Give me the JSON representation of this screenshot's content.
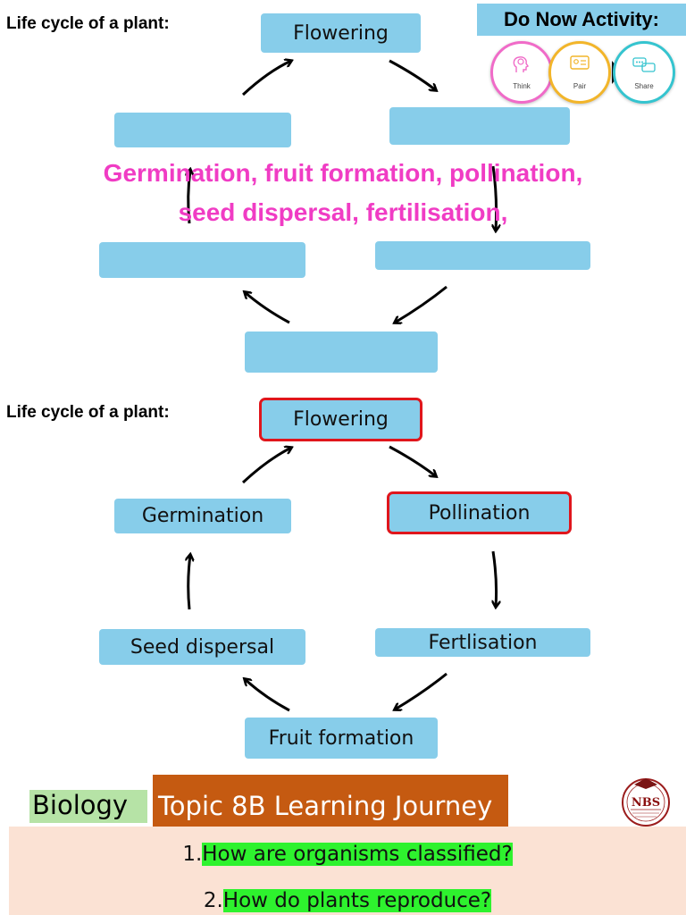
{
  "heading_top": "Life cycle of a plant:",
  "heading_bottom": "Life cycle of a plant:",
  "do_now": {
    "title": "Do Now Activity:",
    "steps": [
      {
        "label": "Think",
        "color": "#f06bc8",
        "icon": "head-lightbulb-icon"
      },
      {
        "label": "Pair",
        "color": "#f2b52a",
        "icon": "people-card-icon"
      },
      {
        "label": "Share",
        "color": "#35c4cf",
        "icon": "speech-bubbles-icon"
      }
    ]
  },
  "top_diagram": {
    "flowering": "Flowering",
    "word_bank_line1": "Germination, fruit formation, pollination,",
    "word_bank_line2": "seed dispersal, fertilisation,"
  },
  "bottom_diagram": {
    "flowering": "Flowering",
    "germination": "Germination",
    "pollination": "Pollination",
    "seed_dispersal": "Seed dispersal",
    "fertilisation": "Fertlisation",
    "fruit_formation": "Fruit formation"
  },
  "footer": {
    "subject": "Biology",
    "topic": "Topic 8B Learning Journey",
    "logo_text": "NBS",
    "questions": [
      {
        "number": "1.",
        "text": "How are organisms classified?"
      },
      {
        "number": "2.",
        "text": "How do plants reproduce?"
      }
    ]
  },
  "colors": {
    "box": "#87cdea",
    "highlight_border": "#e0161c",
    "word_bank": "#f03cc4",
    "topic_bar": "#c55a11",
    "question_highlight": "#2ef22e"
  }
}
